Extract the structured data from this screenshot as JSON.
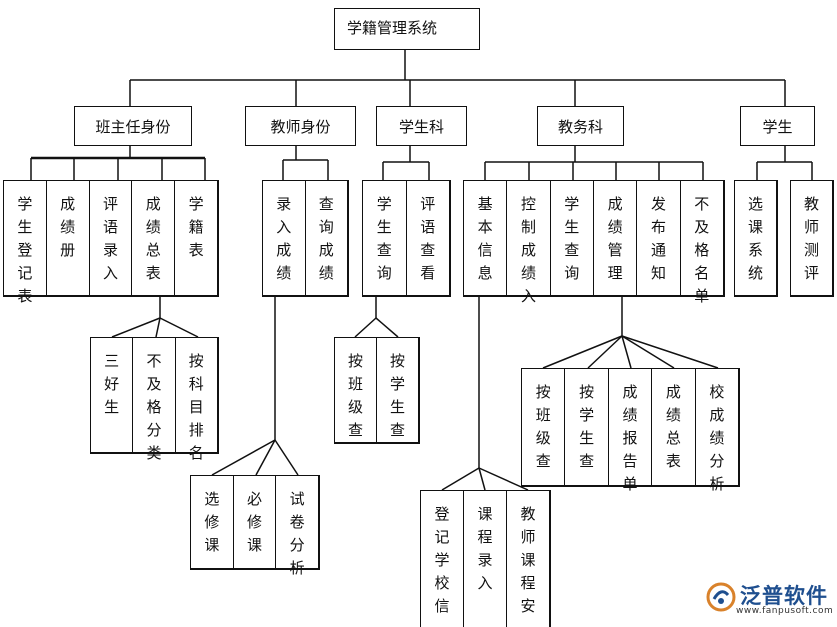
{
  "root": {
    "title": "学籍管理系统"
  },
  "departments": [
    {
      "label": "班主任身份",
      "items": [
        "学生登记表",
        "成绩册",
        "评语录入",
        "成绩总表",
        "学籍表"
      ]
    },
    {
      "label": "教师身份",
      "items": [
        "录入成绩",
        "查询成绩"
      ]
    },
    {
      "label": "学生科",
      "items": [
        "学生查询",
        "评语查看"
      ]
    },
    {
      "label": "教务科",
      "items": [
        "基本信息",
        "控制成绩入",
        "学生查询",
        "成绩管理",
        "发布通知",
        "不及格名单"
      ]
    },
    {
      "label": "学生",
      "items": [
        "选课系统",
        "教师测评"
      ]
    }
  ],
  "subgroups": {
    "score_summary": [
      "三好生",
      "不及格分类",
      "按科目排名"
    ],
    "enter_scores": [
      "选修课",
      "必修课",
      "试卷分析"
    ],
    "student_query": [
      "按班级查",
      "按学生查"
    ],
    "score_management": [
      "按班级查",
      "按学生查",
      "成绩报告单",
      "成绩总表",
      "校成绩分析"
    ],
    "basic_info": [
      "登记学校信",
      "课程录入",
      "教师课程安"
    ]
  },
  "logo": {
    "brand": "泛普软件",
    "url": "www.fanpusoft.com",
    "icon": "fanpu-logo-icon"
  }
}
